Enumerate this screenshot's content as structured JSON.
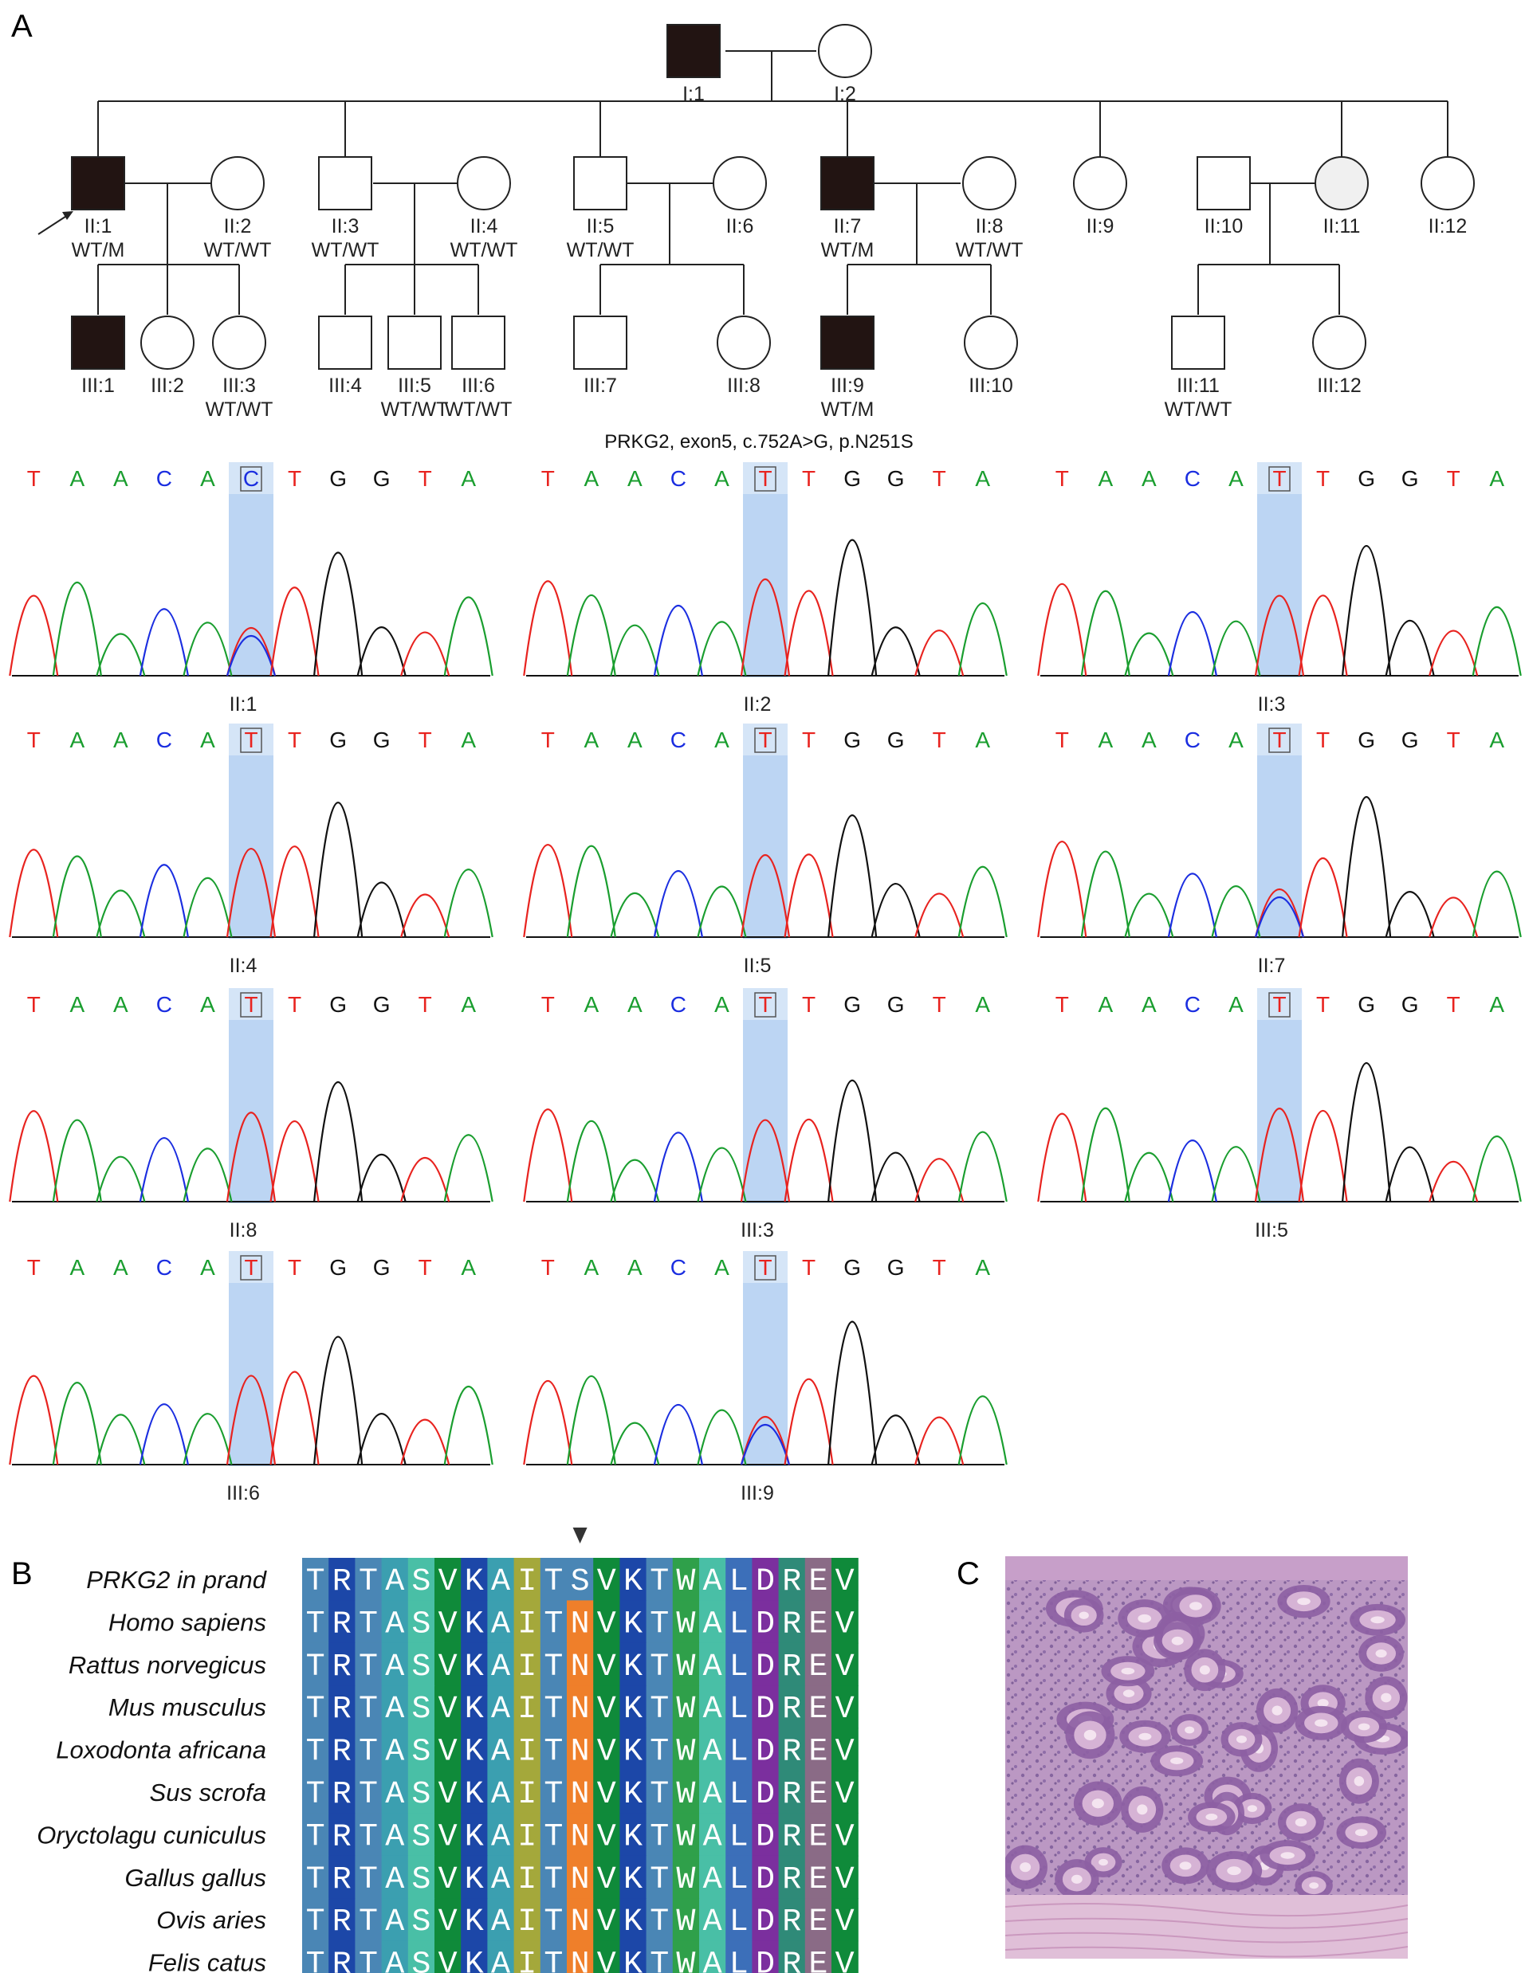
{
  "panels": {
    "a": "A",
    "b": "B",
    "c": "C"
  },
  "pedigree": {
    "gen1": [
      {
        "id": "I:1",
        "sex": "male",
        "affected": true
      },
      {
        "id": "I:2",
        "sex": "female",
        "affected": false
      }
    ],
    "gen2": [
      {
        "id": "II:1",
        "sex": "male",
        "affected": true,
        "genotype": "WT/M",
        "proband": true
      },
      {
        "id": "II:2",
        "sex": "female",
        "affected": false,
        "genotype": "WT/WT"
      },
      {
        "id": "II:3",
        "sex": "male",
        "affected": false,
        "genotype": "WT/WT"
      },
      {
        "id": "II:4",
        "sex": "female",
        "affected": false,
        "genotype": "WT/WT"
      },
      {
        "id": "II:5",
        "sex": "male",
        "affected": false,
        "genotype": "WT/WT"
      },
      {
        "id": "II:6",
        "sex": "female",
        "affected": false,
        "genotype": ""
      },
      {
        "id": "II:7",
        "sex": "male",
        "affected": true,
        "genotype": "WT/M"
      },
      {
        "id": "II:8",
        "sex": "female",
        "affected": false,
        "genotype": "WT/WT"
      },
      {
        "id": "II:9",
        "sex": "female",
        "affected": false,
        "genotype": ""
      },
      {
        "id": "II:10",
        "sex": "male",
        "affected": false,
        "genotype": ""
      },
      {
        "id": "II:11",
        "sex": "female",
        "affected": false,
        "genotype": ""
      },
      {
        "id": "II:12",
        "sex": "female",
        "affected": false,
        "genotype": ""
      }
    ],
    "gen3": [
      {
        "id": "III:1",
        "sex": "male",
        "affected": true,
        "genotype": ""
      },
      {
        "id": "III:2",
        "sex": "female",
        "affected": false,
        "genotype": ""
      },
      {
        "id": "III:3",
        "sex": "female",
        "affected": false,
        "genotype": "WT/WT"
      },
      {
        "id": "III:4",
        "sex": "male",
        "affected": false,
        "genotype": ""
      },
      {
        "id": "III:5",
        "sex": "male",
        "affected": false,
        "genotype": "WT/WT"
      },
      {
        "id": "III:6",
        "sex": "male",
        "affected": false,
        "genotype": "WT/WT"
      },
      {
        "id": "III:7",
        "sex": "male",
        "affected": false,
        "genotype": ""
      },
      {
        "id": "III:8",
        "sex": "female",
        "affected": false,
        "genotype": ""
      },
      {
        "id": "III:9",
        "sex": "male",
        "affected": true,
        "genotype": "WT/M"
      },
      {
        "id": "III:10",
        "sex": "female",
        "affected": false,
        "genotype": ""
      },
      {
        "id": "III:11",
        "sex": "male",
        "affected": false,
        "genotype": "WT/WT"
      },
      {
        "id": "III:12",
        "sex": "female",
        "affected": false,
        "genotype": ""
      }
    ]
  },
  "variant_title": "PRKG2, exon5, c.752A>G, p.N251S",
  "chromatograms": [
    {
      "label": "II:1",
      "bases": [
        "T",
        "A",
        "A",
        "C",
        "A",
        "C",
        "T",
        "G",
        "G",
        "T",
        "A"
      ],
      "heterozygous": true
    },
    {
      "label": "II:2",
      "bases": [
        "T",
        "A",
        "A",
        "C",
        "A",
        "T",
        "T",
        "G",
        "G",
        "T",
        "A"
      ],
      "heterozygous": false
    },
    {
      "label": "II:3",
      "bases": [
        "T",
        "A",
        "A",
        "C",
        "A",
        "T",
        "T",
        "G",
        "G",
        "T",
        "A"
      ],
      "heterozygous": false
    },
    {
      "label": "II:4",
      "bases": [
        "T",
        "A",
        "A",
        "C",
        "A",
        "T",
        "T",
        "G",
        "G",
        "T",
        "A"
      ],
      "heterozygous": false
    },
    {
      "label": "II:5",
      "bases": [
        "T",
        "A",
        "A",
        "C",
        "A",
        "T",
        "T",
        "G",
        "G",
        "T",
        "A"
      ],
      "heterozygous": false
    },
    {
      "label": "II:7",
      "bases": [
        "T",
        "A",
        "A",
        "C",
        "A",
        "T",
        "T",
        "G",
        "G",
        "T",
        "A"
      ],
      "heterozygous": true
    },
    {
      "label": "II:8",
      "bases": [
        "T",
        "A",
        "A",
        "C",
        "A",
        "T",
        "T",
        "G",
        "G",
        "T",
        "A"
      ],
      "heterozygous": false
    },
    {
      "label": "III:3",
      "bases": [
        "T",
        "A",
        "A",
        "C",
        "A",
        "T",
        "T",
        "G",
        "G",
        "T",
        "A"
      ],
      "heterozygous": false
    },
    {
      "label": "III:5",
      "bases": [
        "T",
        "A",
        "A",
        "C",
        "A",
        "T",
        "T",
        "G",
        "G",
        "T",
        "A"
      ],
      "heterozygous": false
    },
    {
      "label": "III:6",
      "bases": [
        "T",
        "A",
        "A",
        "C",
        "A",
        "T",
        "T",
        "G",
        "G",
        "T",
        "A"
      ],
      "heterozygous": false
    },
    {
      "label": "III:9",
      "bases": [
        "T",
        "A",
        "A",
        "C",
        "A",
        "T",
        "T",
        "G",
        "G",
        "T",
        "A"
      ],
      "heterozygous": true
    }
  ],
  "base_colors": {
    "T": "#e8231f",
    "A": "#1a9e2f",
    "C": "#1b2ee0",
    "G": "#111111"
  },
  "alignment": {
    "species": [
      "PRKG2 in prand",
      "Homo sapiens",
      "Rattus norvegicus",
      "Mus musculus",
      "Loxodonta africana",
      "Sus scrofa",
      "Oryctolagu cuniculus",
      "Gallus gallus",
      "Ovis aries",
      "Felis catus"
    ],
    "sequences": [
      "TRTASVKAITSVKTWALDREV",
      "TRTASVKAITNVKTWALDREV",
      "TRTASVKAITNVKTWALDREV",
      "TRTASVKAITNVKTWALDREV",
      "TRTASVKAITNVKTWALDREV",
      "TRTASVKAITNVKTWALDREV",
      "TRTASVKAITNVKTWALDREV",
      "TRTASVKAITNVKTWALDREV",
      "TRTASVKAITNVKTWALDREV",
      "TRTASVKAITNVKTWALDREV"
    ],
    "column_colors": [
      "#4a86b5",
      "#1c47a8",
      "#4a86b5",
      "#3b9fb0",
      "#49bfa6",
      "#0f8a3a",
      "#1c47a8",
      "#3b9fb0",
      "#a4a83b",
      "#4a86b5",
      "#ef7f2a",
      "#0f8a3a",
      "#1c47a8",
      "#4a86b5",
      "#2fa04a",
      "#49bfa6",
      "#3c6fb9",
      "#7b2f9e",
      "#2f8a78",
      "#8a6b86",
      "#0f8a3a"
    ],
    "mutant_cell_color": "#4a86b5",
    "arrow_column": 10
  }
}
